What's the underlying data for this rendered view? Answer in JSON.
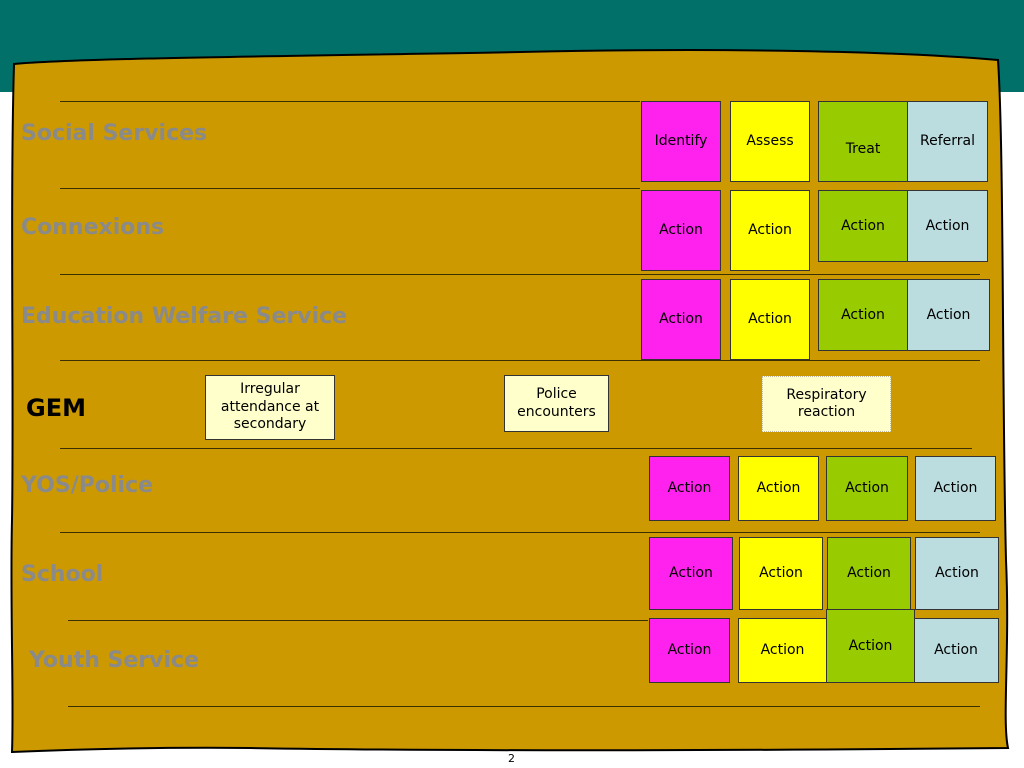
{
  "rows": {
    "social_services": {
      "label": "Social Services",
      "cells": [
        "Identify",
        "Assess",
        "Treat",
        "Referral"
      ]
    },
    "connexions": {
      "label": "Connexions",
      "cells": [
        "Action",
        "Action",
        "Action",
        "Action"
      ]
    },
    "education_welfare": {
      "label": "Education Welfare Service",
      "cells": [
        "Action",
        "Action",
        "Action",
        "Action"
      ]
    },
    "gem": {
      "label": "GEM",
      "notes": [
        "Irregular attendance at secondary",
        "Police encounters",
        "Respiratory reaction"
      ]
    },
    "yos_police": {
      "label": "YOS/Police",
      "cells": [
        "Action",
        "Action",
        "Action",
        "Action"
      ]
    },
    "school": {
      "label": "School",
      "cells": [
        "Action",
        "Action",
        "Action",
        "Action"
      ]
    },
    "youth_service": {
      "label": "Youth Service",
      "cells": [
        "Action",
        "Action",
        "Action",
        "Action"
      ]
    }
  },
  "colors": {
    "teal_header": "#007068",
    "board": "#cc9900",
    "identify": "#ff22ee",
    "assess": "#ffff00",
    "treat": "#99cc00",
    "referral": "#bbdde0",
    "agency_text": "#8a8a8a",
    "note": "#ffffcc"
  },
  "page_number": "2"
}
